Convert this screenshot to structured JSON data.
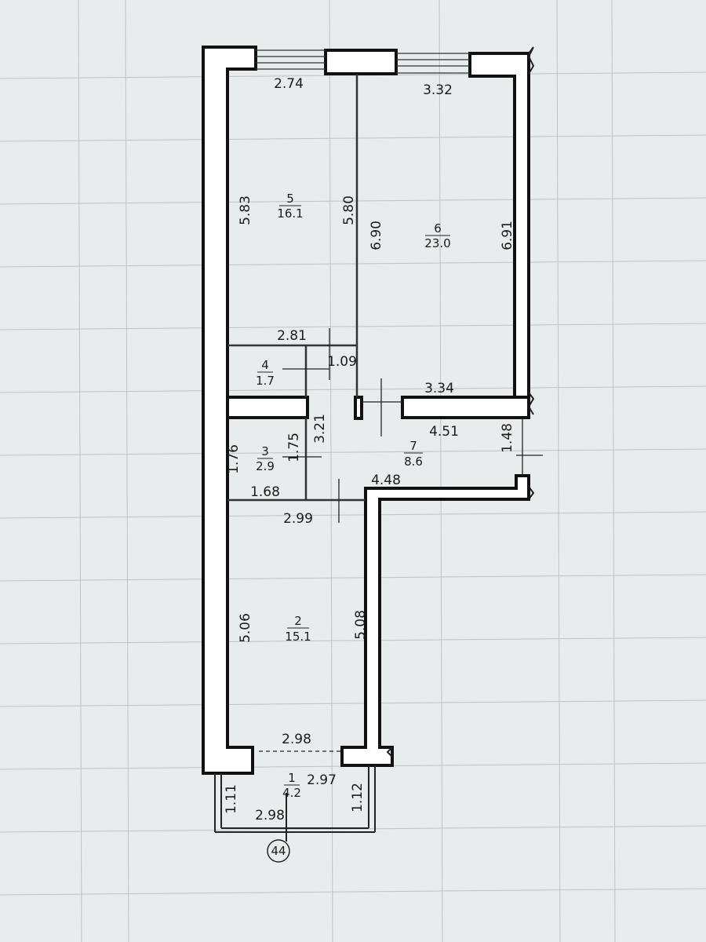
{
  "rooms": [
    {
      "number": "1",
      "area": "4.2"
    },
    {
      "number": "2",
      "area": "15.1"
    },
    {
      "number": "3",
      "area": "2.9"
    },
    {
      "number": "4",
      "area": "1.7"
    },
    {
      "number": "5",
      "area": "16.1"
    },
    {
      "number": "6",
      "area": "23.0"
    },
    {
      "number": "7",
      "area": "8.6"
    }
  ],
  "dimensions": {
    "top_left_width": "2.74",
    "top_right_width": "3.32",
    "room5_left": "5.83",
    "room5_right": "5.80",
    "room6_left": "6.90",
    "room6_right": "6.91",
    "room4_top": "2.81",
    "room4_side": "1.09",
    "room6_bottom": "3.34",
    "corridor_top": "4.51",
    "corridor_height": "3.21",
    "entry_width": "1.48",
    "room3_left": "1.76",
    "room3_right": "1.75",
    "room3_bottom": "1.68",
    "corridor_bottom": "4.48",
    "room2_top": "2.99",
    "room2_left": "5.06",
    "room2_right": "5.08",
    "balcony_top": "2.98",
    "balcony_inner": "2.97",
    "balcony_left": "1.11",
    "balcony_right": "1.12",
    "balcony_bottom": "2.98"
  },
  "plan_number": "44"
}
